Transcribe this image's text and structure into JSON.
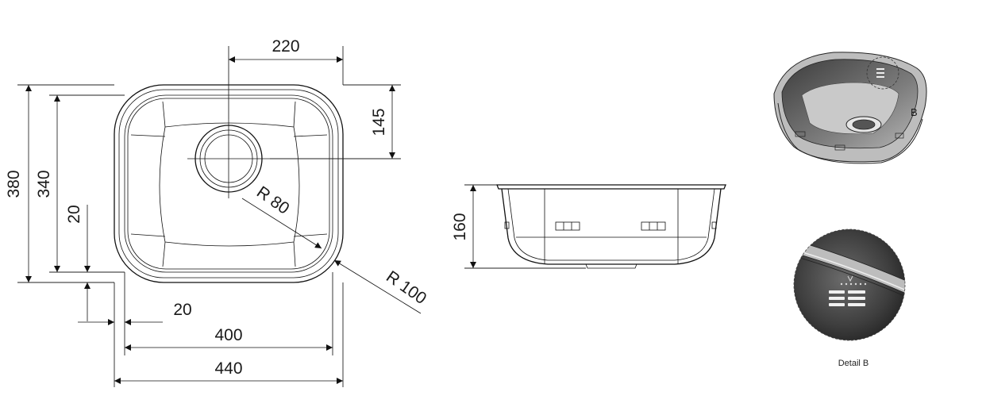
{
  "plan_view": {
    "dims": {
      "drain_offset_x": "220",
      "drain_offset_y": "145",
      "outer_height": "380",
      "inner_height": "340",
      "rim_vertical": "20",
      "rim_horizontal": "20",
      "inner_width": "400",
      "outer_width": "440",
      "inner_radius": "R 80",
      "outer_radius": "R 100"
    }
  },
  "side_view": {
    "dims": {
      "depth": "160"
    }
  },
  "iso_view": {
    "detail_marker": "B"
  },
  "detail_view": {
    "caption": "Detail B"
  },
  "colors": {
    "line": "#111111",
    "metal_dark": "#3a3a3a",
    "metal_mid": "#8a8a8a",
    "metal_light": "#d8d8d8"
  }
}
